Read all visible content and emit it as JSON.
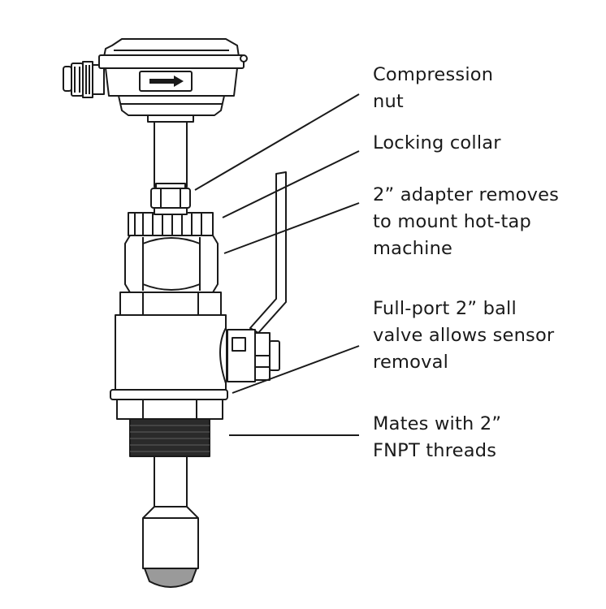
{
  "callouts": {
    "compression_nut": "Compression\nnut",
    "locking_collar": "Locking collar",
    "adapter": "2” adapter removes\nto mount hot-tap\nmachine",
    "ball_valve": "Full-port 2” ball\nvalve allows sensor\nremoval",
    "threads": "Mates with 2”\nFNPT threads"
  },
  "icons": {
    "housing_arrow": "arrow-icon"
  },
  "colors": {
    "line": "#1a1a1a",
    "background": "#ffffff",
    "thread": "#2a2a2a",
    "probe_tip": "#9a9a9a"
  }
}
